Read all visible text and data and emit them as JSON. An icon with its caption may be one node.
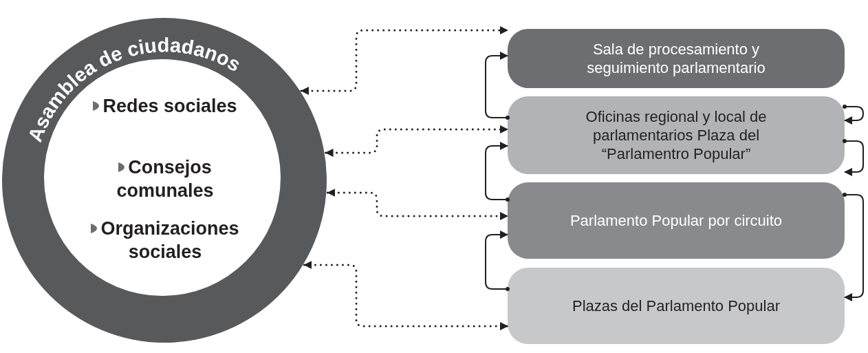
{
  "diagram": {
    "nodes": [
      {
        "text": [
          "Asamblea de ciudadanos",
          "Redes sociales",
          "Consejos comunales",
          "Organizaciones sociales"
        ]
      },
      {
        "text": [
          "Sala de procesamiento y seguimiento parlamentario"
        ]
      },
      {
        "text": [
          "Oficinas regional y local de parlamentarios Plaza del “Parlamentro Popular”"
        ]
      },
      {
        "text": [
          "Parlamento Popular por circuito"
        ]
      },
      {
        "text": [
          "Plazas del Parlamento Popular"
        ]
      }
    ],
    "edges": [
      {
        "from": 0,
        "to": 1,
        "arrow": "both",
        "style": "dashed"
      },
      {
        "from": 0,
        "to": 2,
        "arrow": "both",
        "style": "dashed"
      },
      {
        "from": 0,
        "to": 3,
        "arrow": "both",
        "style": "dashed"
      },
      {
        "from": 0,
        "to": 4,
        "arrow": "both",
        "style": "dashed"
      },
      {
        "from": 2,
        "to": 1,
        "arrow": "to"
      },
      {
        "from": 3,
        "to": 2,
        "arrow": "to"
      },
      {
        "from": 4,
        "to": 3,
        "arrow": "to"
      },
      {
        "from": 1,
        "to": 2,
        "arrow": "to"
      },
      {
        "from": 2,
        "to": 3,
        "arrow": "to"
      },
      {
        "from": 3,
        "to": 4,
        "arrow": "to"
      }
    ]
  }
}
